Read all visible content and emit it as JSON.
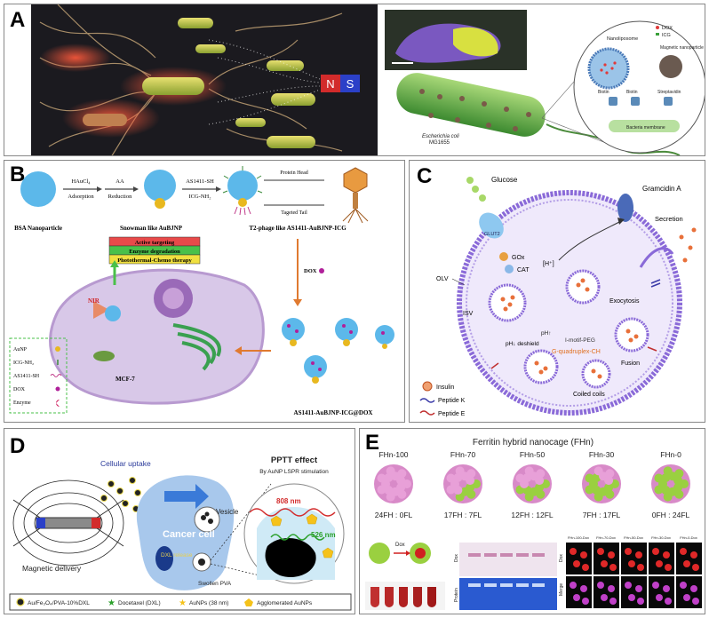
{
  "panel_a": {
    "label": "A",
    "magnet_n": "N",
    "magnet_s": "S",
    "legend_nanoliposome": "Nanoliposome",
    "legend_dox": "DOX",
    "legend_icg": "ICG",
    "magnetic_nanoparticle": "Magnetic nanoparticle",
    "biotin_left": "Biotin",
    "biotin_center": "Biotin",
    "streptavidin": "Streptavidin",
    "bacteria_membrane": "Bacteria membrane",
    "ecoli": "Escherichia coli",
    "strain": "MG1655"
  },
  "panel_b": {
    "label": "B",
    "step1_top": "HAuCl₄",
    "step1_bottom": "Adsorption",
    "step2_top": "AA",
    "step2_bottom": "Reduction",
    "step3_top": "AS1411-SH",
    "step3_bottom": "ICG-NH₂",
    "bsa": "BSA Nanoparticle",
    "snowman": "Snowman like AuBJNP",
    "t2": "T2-phage like AS1411-AuBJNP-ICG",
    "protein_head": "Protein Head",
    "tagged_tail": "Tageted Tail",
    "dox_arrow": "DOX",
    "active_targeting": "Active targeting",
    "enzyme_degradation": "Enzyme degradation",
    "therapy": "Photothermal-Chemo therapy",
    "nir": "NIR",
    "mcf7": "MCF-7",
    "final": "AS1411-AuBJNP-ICG@DOX",
    "legend": [
      "AuNP",
      "ICG-NH₂",
      "AS1411-SH",
      "DOX",
      "Enzyme"
    ]
  },
  "panel_c": {
    "label": "C",
    "glucose": "Glucose",
    "glut2": "GLUT2",
    "gramicidin": "Gramcidin A",
    "gox": "GOx",
    "cat": "CAT",
    "hplus": "[H⁺]",
    "secretion": "Secretion",
    "olv": "OLV",
    "isv": "ISV",
    "exocytosis": "Exocytosis",
    "ph_deshield": "pH↓ deshield",
    "ph_up": "pH↑",
    "imotif": "I-motif-PEG",
    "gquad": "G-quadruplex-CH",
    "fusion": "Fusion",
    "coiled": "Coiled coils",
    "insulin": "Insulin",
    "peptide_k": "Peptide K",
    "peptide_e": "Peptide E"
  },
  "panel_d": {
    "label": "D",
    "cellular_uptake": "Cellular uptake",
    "pptt_title": "PPTT effect",
    "pptt_sub": "By AuNP LSPR stimulation",
    "nm808": "808 nm",
    "nm526": "526 nm",
    "vesicle": "Vesicle",
    "cancer_cell": "Cancer cell",
    "dxl_release": "DXL release",
    "magnetic_delivery": "Magnetic delivery",
    "swollen_pva": "Swollen PVA",
    "legend": [
      "Au/Fe₃O₄/PVA-10%DXL",
      "Docetaxel (DXL)",
      "AuNPs (38 nm)",
      "Agglomerated AuNPs"
    ]
  },
  "panel_e": {
    "label": "E",
    "title": "Ferritin hybrid nanocage (FHn)",
    "cages": [
      {
        "name": "FHn-100",
        "ratio": "24FH : 0FL",
        "green": 0
      },
      {
        "name": "FHn-70",
        "ratio": "17FH : 7FL",
        "green": 0.3
      },
      {
        "name": "FHn-50",
        "ratio": "12FH : 12FL",
        "green": 0.5
      },
      {
        "name": "FHn-30",
        "ratio": "7FH : 17FL",
        "green": 0.7
      },
      {
        "name": "FHn-0",
        "ratio": "0FH : 24FL",
        "green": 1
      }
    ],
    "dox": "Dox",
    "micro_cols": [
      "FHn-100-Dox",
      "FHn-70-Dox",
      "FHn-50-Dox",
      "FHn-30-Dox",
      "FHn-0-Dox"
    ],
    "micro_rows": [
      "Dox",
      "Merge"
    ],
    "gel_labels": [
      "Dox",
      "Protein"
    ]
  }
}
